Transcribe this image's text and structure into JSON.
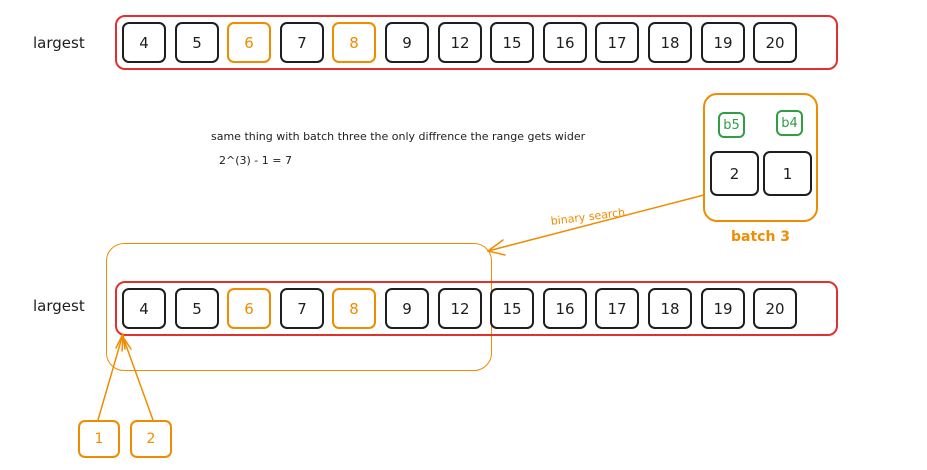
{
  "row1": {
    "label": "largest",
    "cells": [
      {
        "value": "4",
        "hl": false
      },
      {
        "value": "5",
        "hl": false
      },
      {
        "value": "6",
        "hl": true
      },
      {
        "value": "7",
        "hl": false
      },
      {
        "value": "8",
        "hl": true
      },
      {
        "value": "9",
        "hl": false
      },
      {
        "value": "12",
        "hl": false
      },
      {
        "value": "15",
        "hl": false
      },
      {
        "value": "16",
        "hl": false
      },
      {
        "value": "17",
        "hl": false
      },
      {
        "value": "18",
        "hl": false
      },
      {
        "value": "19",
        "hl": false
      },
      {
        "value": "20",
        "hl": false
      }
    ]
  },
  "row2": {
    "label": "largest",
    "cells": [
      {
        "value": "4",
        "hl": false
      },
      {
        "value": "5",
        "hl": false
      },
      {
        "value": "6",
        "hl": true
      },
      {
        "value": "7",
        "hl": false
      },
      {
        "value": "8",
        "hl": true
      },
      {
        "value": "9",
        "hl": false
      },
      {
        "value": "12",
        "hl": false
      },
      {
        "value": "15",
        "hl": false
      },
      {
        "value": "16",
        "hl": false
      },
      {
        "value": "17",
        "hl": false
      },
      {
        "value": "18",
        "hl": false
      },
      {
        "value": "19",
        "hl": false
      },
      {
        "value": "20",
        "hl": false
      }
    ]
  },
  "note": {
    "line1": "same thing with batch three the only diffrence the range gets wider",
    "line2": "2^(3) - 1 = 7"
  },
  "batch": {
    "title": "batch 3",
    "tags": [
      "b5",
      "b4"
    ],
    "cells": [
      "2",
      "1"
    ]
  },
  "binary_search_label": "binary search",
  "pointers": [
    "1",
    "2"
  ],
  "colors": {
    "red": "#e03131",
    "orange": "#f08c00",
    "green": "#2f9e44",
    "ink": "#1e1e1e"
  }
}
